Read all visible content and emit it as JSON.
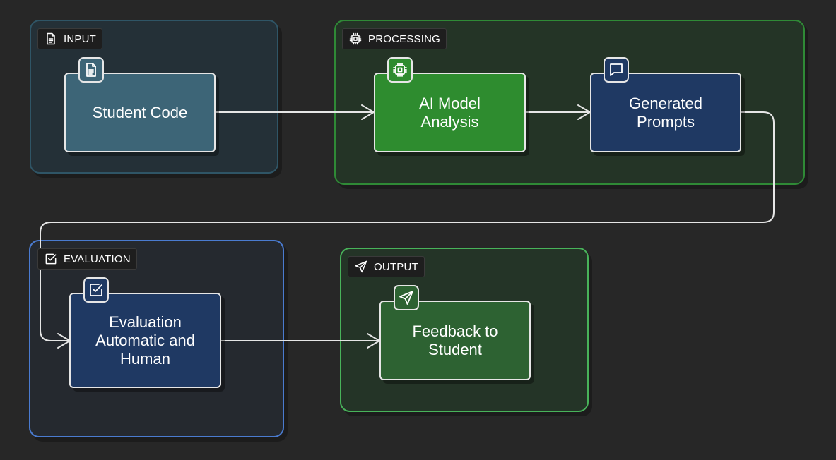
{
  "groups": {
    "input": {
      "label": "INPUT"
    },
    "processing": {
      "label": "PROCESSING"
    },
    "evaluation": {
      "label": "EVALUATION"
    },
    "output": {
      "label": "OUTPUT"
    }
  },
  "nodes": {
    "student_code": {
      "label": "Student Code",
      "icon": "document-icon"
    },
    "ai_model": {
      "label": "AI Model\nAnalysis",
      "icon": "cpu-icon"
    },
    "prompts": {
      "label": "Generated\nPrompts",
      "icon": "chat-bubble-icon"
    },
    "evaluation": {
      "label": "Evaluation\nAutomatic and\nHuman",
      "icon": "checkbox-icon"
    },
    "feedback": {
      "label": "Feedback to\nStudent",
      "icon": "send-icon"
    }
  },
  "edges": [
    {
      "from": "student_code",
      "to": "ai_model"
    },
    {
      "from": "ai_model",
      "to": "prompts"
    },
    {
      "from": "prompts",
      "to": "evaluation"
    },
    {
      "from": "evaluation",
      "to": "feedback"
    }
  ],
  "colors": {
    "background": "#272727",
    "input_group": "#2f5566",
    "processing_group": "#2f8a36",
    "evaluation_group": "#4a7bd0",
    "output_group": "#48b35a",
    "edge": "#e6e6e6"
  }
}
